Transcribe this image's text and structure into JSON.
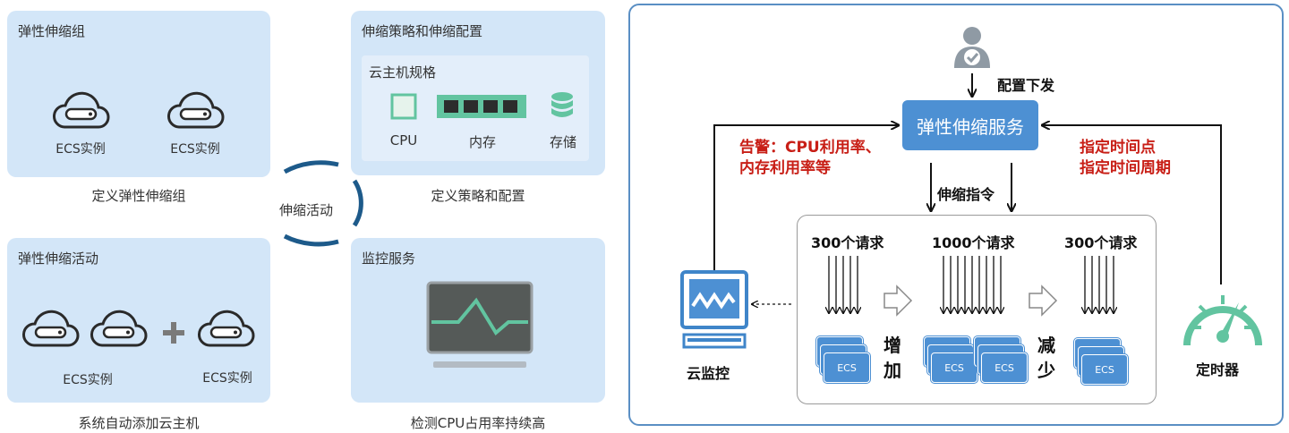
{
  "left": {
    "group": {
      "title": "弹性伸缩组",
      "ecs1": "ECS实例",
      "ecs2": "ECS实例",
      "caption": "定义弹性伸缩组"
    },
    "policy": {
      "title": "伸缩策略和伸缩配置",
      "spec_title": "云主机规格",
      "cpu": "CPU",
      "memory": "内存",
      "storage": "存储",
      "caption": "定义策略和配置"
    },
    "activity": {
      "title": "弹性伸缩活动",
      "ecs1": "ECS实例",
      "ecs2": "ECS实例",
      "caption": "系统自动添加云主机"
    },
    "monitor": {
      "title": "监控服务",
      "caption": "检测CPU占用率持续高"
    },
    "cycle_label": "伸缩活动"
  },
  "right": {
    "config_label": "配置下发",
    "service": "弹性伸缩服务",
    "alarm_line1": "告警：CPU利用率、",
    "alarm_line2": "内存利用率等",
    "schedule_line1": "指定时间点",
    "schedule_line2": "指定时间周期",
    "command": "伸缩指令",
    "req1": "300个请求",
    "req2": "1000个请求",
    "req3": "300个请求",
    "inc1": "增",
    "inc2": "加",
    "dec1": "减",
    "dec2": "少",
    "ecs": "ECS",
    "cloud_monitor": "云监控",
    "timer": "定时器"
  },
  "colors": {
    "card_bg": "#d3e6f8",
    "accent_blue": "#4d90d3",
    "frame_blue": "#5a8fc4",
    "alert_red": "#c81e16",
    "teal": "#62c4a0"
  }
}
